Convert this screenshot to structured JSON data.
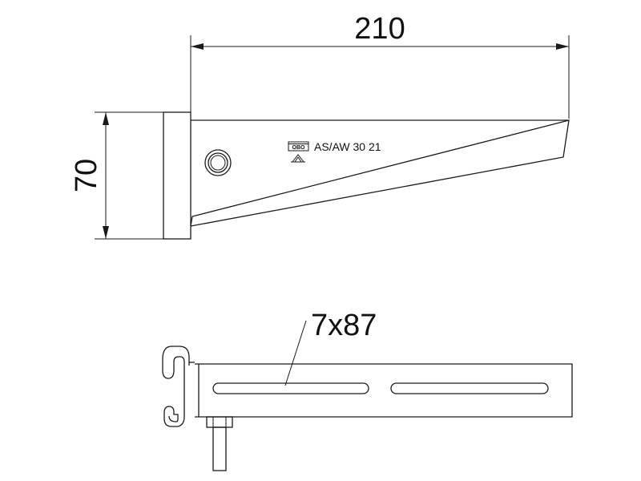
{
  "dimensions": {
    "width_label": "210",
    "height_label": "70",
    "slot_label": "7x87"
  },
  "marking": {
    "logo": "OBO",
    "product_code": "AS/AW 30 21"
  },
  "colors": {
    "line": "#1a1a1a",
    "background": "#ffffff"
  }
}
